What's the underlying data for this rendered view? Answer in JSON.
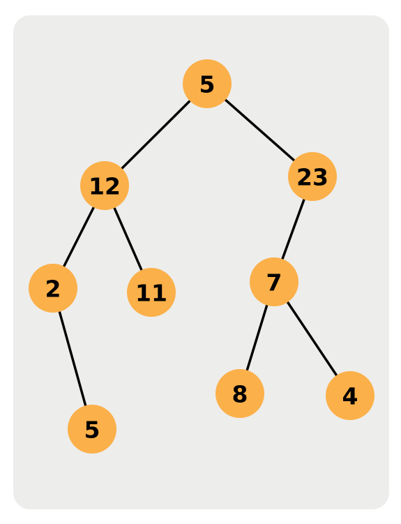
{
  "colors": {
    "background": "#ededeb",
    "node_fill": "#fbb04a",
    "edge": "#000000",
    "label": "#000000"
  },
  "tree": {
    "nodes": [
      {
        "id": "n-root",
        "label": "5"
      },
      {
        "id": "n-12",
        "label": "12"
      },
      {
        "id": "n-23",
        "label": "23"
      },
      {
        "id": "n-2",
        "label": "2"
      },
      {
        "id": "n-11",
        "label": "11"
      },
      {
        "id": "n-7",
        "label": "7"
      },
      {
        "id": "n-5b",
        "label": "5"
      },
      {
        "id": "n-8",
        "label": "8"
      },
      {
        "id": "n-4",
        "label": "4"
      }
    ],
    "edges": [
      {
        "from": "n-root",
        "to": "n-12"
      },
      {
        "from": "n-root",
        "to": "n-23"
      },
      {
        "from": "n-12",
        "to": "n-2"
      },
      {
        "from": "n-12",
        "to": "n-11"
      },
      {
        "from": "n-23",
        "to": "n-7"
      },
      {
        "from": "n-2",
        "to": "n-5b"
      },
      {
        "from": "n-7",
        "to": "n-8"
      },
      {
        "from": "n-7",
        "to": "n-4"
      }
    ]
  }
}
